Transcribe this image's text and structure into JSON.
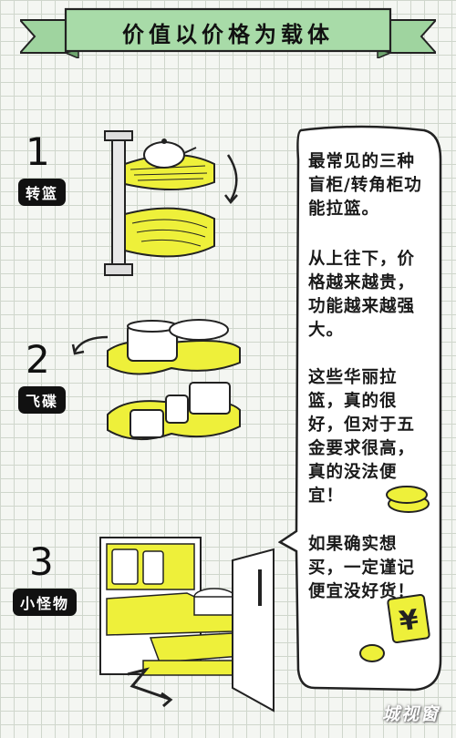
{
  "title": "价值以价格为载体",
  "items": [
    {
      "number": "1",
      "label": "转篮"
    },
    {
      "number": "2",
      "label": "飞碟"
    },
    {
      "number": "3",
      "label": "小怪物"
    }
  ],
  "bubble": {
    "p1": "最常见的三种盲柜/转角柜功能拉篮。",
    "p2": "从上往下，价格越来越贵，功能越来越强大。",
    "p3": "这些华丽拉篮，真的很好，但对于五金要求很高，真的没法便宜！",
    "p4": "如果确实想买，一定谨记便宜没好货！"
  },
  "watermark": "城视窗",
  "colors": {
    "accent_yellow": "#eef03a",
    "banner_green": "#a6d8a6",
    "ink": "#111111"
  }
}
